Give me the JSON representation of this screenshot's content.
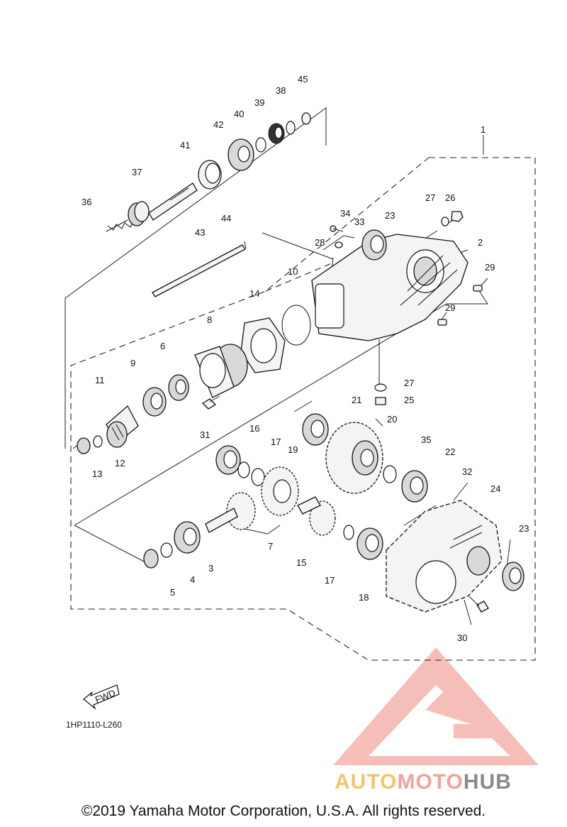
{
  "diagram": {
    "parts": [
      {
        "ref": "1"
      },
      {
        "ref": "2"
      },
      {
        "ref": "3"
      },
      {
        "ref": "4"
      },
      {
        "ref": "5"
      },
      {
        "ref": "6"
      },
      {
        "ref": "7"
      },
      {
        "ref": "8"
      },
      {
        "ref": "9"
      },
      {
        "ref": "10"
      },
      {
        "ref": "11"
      },
      {
        "ref": "12"
      },
      {
        "ref": "13"
      },
      {
        "ref": "14"
      },
      {
        "ref": "15"
      },
      {
        "ref": "16"
      },
      {
        "ref": "17"
      },
      {
        "ref": "17"
      },
      {
        "ref": "18"
      },
      {
        "ref": "19"
      },
      {
        "ref": "20"
      },
      {
        "ref": "21"
      },
      {
        "ref": "22"
      },
      {
        "ref": "23"
      },
      {
        "ref": "23"
      },
      {
        "ref": "24"
      },
      {
        "ref": "25"
      },
      {
        "ref": "26"
      },
      {
        "ref": "27"
      },
      {
        "ref": "27"
      },
      {
        "ref": "28"
      },
      {
        "ref": "29"
      },
      {
        "ref": "29"
      },
      {
        "ref": "30"
      },
      {
        "ref": "31"
      },
      {
        "ref": "32"
      },
      {
        "ref": "33"
      },
      {
        "ref": "34"
      },
      {
        "ref": "35"
      },
      {
        "ref": "36"
      },
      {
        "ref": "37"
      },
      {
        "ref": "38"
      },
      {
        "ref": "39"
      },
      {
        "ref": "40"
      },
      {
        "ref": "41"
      },
      {
        "ref": "42"
      },
      {
        "ref": "43"
      },
      {
        "ref": "44"
      },
      {
        "ref": "45"
      }
    ],
    "fwd_label": "FWD",
    "diagram_code": "1HP1110-L260"
  },
  "watermark": {
    "brand_part1": "AUTO",
    "brand_part2": "MOTO",
    "brand_part3": "HUB",
    "colors": {
      "auto": "#f6c36b",
      "moto": "#f4a29a",
      "hub": "#8a8a8a",
      "logo": "#f08a80"
    }
  },
  "footer": {
    "copyright": "©2019 Yamaha Motor Corporation, U.S.A. All rights reserved."
  }
}
